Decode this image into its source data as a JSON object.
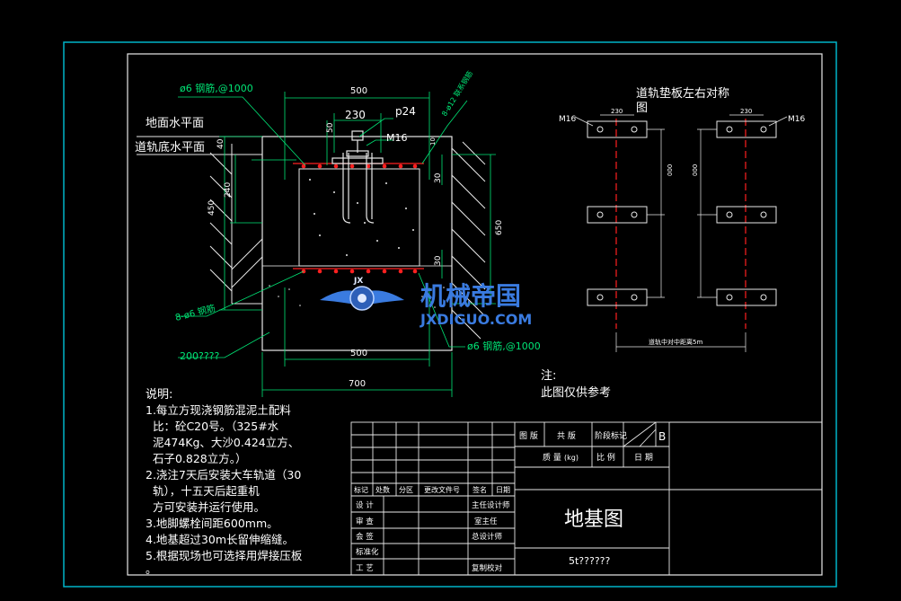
{
  "colors": {
    "background": "#000000",
    "frame": "#00b4c8",
    "border": "#e8e8e8",
    "dimension": "#00e676",
    "red": "#ff2020",
    "yellow": "#ffd400",
    "magenta": "#e040fb",
    "text": "#ffffff",
    "logo_blue": "#3a7be0"
  },
  "section": {
    "rebar_top": "ø6 钢筋,@1000",
    "rebar_bottom": "ø6 钢筋,@1000",
    "rebar_left": "8-ø6 钢筋",
    "rebar_diag": "8-ø12 联系钢筋",
    "ground_label": "地面水平面",
    "rail_bottom_label": "道轨底水平面",
    "plate_width": "230",
    "plate_thickness": "p24",
    "bolt": "M16",
    "grout": "200????",
    "dims": {
      "top_width": "500",
      "bottom_width": "500",
      "base_width": "700",
      "h40": "40",
      "h240": "240",
      "h450": "450",
      "h50": "50",
      "h30a": "30",
      "h30b": "30",
      "h650": "650",
      "h10": "10"
    }
  },
  "plan": {
    "title_line1": "道轨垫板左右对称",
    "title_line2": "图",
    "bolt_left": "M16",
    "bolt_right": "M16",
    "width_left": "230",
    "width_right": "230",
    "spacing_label": "道轨中对中距离5m",
    "dim_left": "000",
    "dim_right": "000"
  },
  "note": {
    "label": "注:",
    "text": "此图仅供参考"
  },
  "instructions": {
    "heading": "说明:",
    "lines": [
      "1.每立方现浇钢筋混泥土配料",
      "  比：砼C20号。（325#水",
      "  泥474Kg、大沙0.424立方、",
      "  石子0.828立方。）",
      "2.浇注7天后安装大车轨道（30",
      "  轨），十五天后起重机",
      "  方可安装并运行使用。",
      "3.地脚螺栓间距600mm。",
      "4.地基超过30m长留伸缩缝。",
      "5.根据现场也可选择用焊接压板",
      "。"
    ]
  },
  "title_block": {
    "drawing_title": "地基图",
    "drawing_number": "5t??????",
    "row1": [
      "图 版",
      "共 版",
      "阶段标记",
      "B"
    ],
    "row2": [
      "质 量",
      "(kg)",
      "比 例",
      "日 期"
    ],
    "rev_headers": [
      "标记",
      "处数",
      "分区",
      "更改文件号",
      "签名",
      "日期"
    ],
    "role_rows": [
      [
        "设 计",
        "",
        "主任设计师"
      ],
      [
        "审 查",
        "",
        "室主任"
      ],
      [
        "会 签",
        "",
        "总设计师"
      ],
      [
        "标准化",
        "",
        ""
      ],
      [
        "工 艺",
        "",
        "复制校对"
      ]
    ]
  },
  "watermark": {
    "text": "机械帝国",
    "url": "JXDIGUO.COM",
    "badge": "JX"
  }
}
